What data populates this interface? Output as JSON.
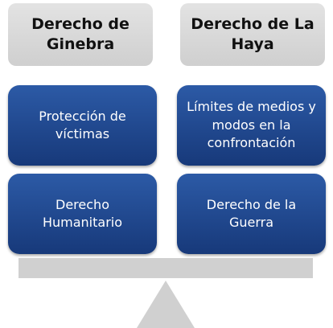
{
  "headers": {
    "left": "Derecho de Ginebra",
    "right": "Derecho de La Haya"
  },
  "cards": {
    "left_top": "Protección de víctimas",
    "left_bottom": "Derecho Humanitario",
    "right_top": "Límites de medios y modos en la confrontación",
    "right_bottom": "Derecho de la Guerra"
  },
  "colors": {
    "header_fill": "#d9d9d9",
    "card_fill": "#1f4a91",
    "card_text": "#ffffff",
    "scale_fill": "#d0d0d0"
  }
}
